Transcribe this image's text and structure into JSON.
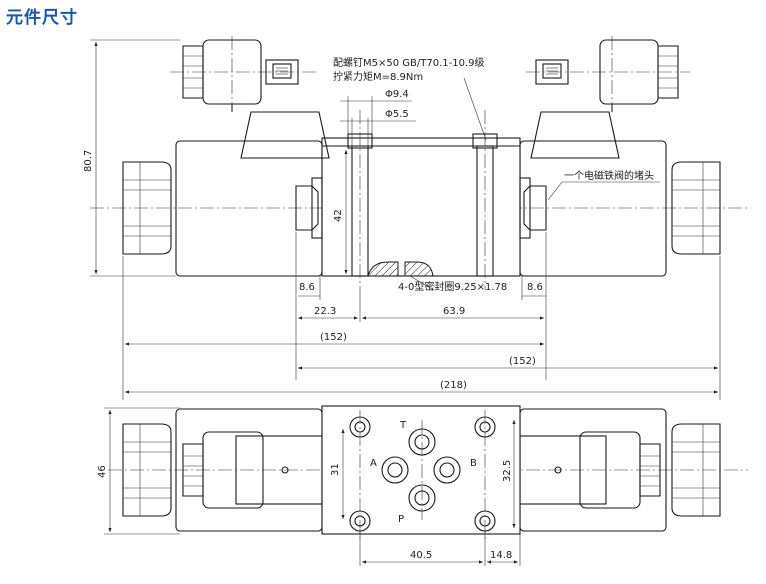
{
  "title": "元件尺寸",
  "callouts": {
    "bolt_spec": "配螺钉M5×50 GB/T70.1-10.9级",
    "torque": "拧紧力矩M=8.9Nm",
    "plug": "一个电磁铁阀的堵头",
    "oring": "4-0型密封圈9.25×1.78"
  },
  "dims": {
    "d_phi94": "Φ9.4",
    "d_phi55": "Φ5.5",
    "d_807": "80.7",
    "d_42": "42",
    "d_86_left": "8.6",
    "d_86_right": "8.6",
    "d_223": "22.3",
    "d_639": "63.9",
    "d_152a": "(152)",
    "d_152b": "(152)",
    "d_218": "(218)",
    "d_46": "46",
    "d_31": "31",
    "d_325": "32.5",
    "d_405": "40.5",
    "d_148": "14.8"
  },
  "ports": {
    "T": "T",
    "A": "A",
    "B": "B",
    "P": "P"
  }
}
